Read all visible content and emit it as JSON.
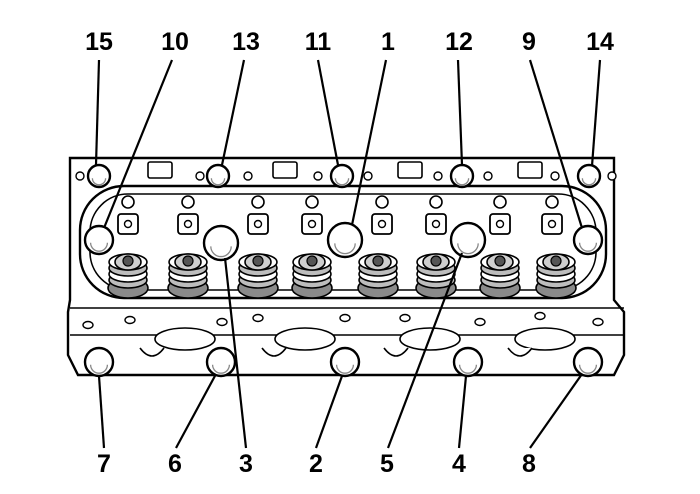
{
  "callouts": [
    {
      "id": "15",
      "text": "15"
    },
    {
      "id": "10",
      "text": "10"
    },
    {
      "id": "13",
      "text": "13"
    },
    {
      "id": "11",
      "text": "11"
    },
    {
      "id": "1",
      "text": "1"
    },
    {
      "id": "12",
      "text": "12"
    },
    {
      "id": "9",
      "text": "9"
    },
    {
      "id": "14",
      "text": "14"
    },
    {
      "id": "7",
      "text": "7"
    },
    {
      "id": "6",
      "text": "6"
    },
    {
      "id": "3",
      "text": "3"
    },
    {
      "id": "2",
      "text": "2"
    },
    {
      "id": "5",
      "text": "5"
    },
    {
      "id": "4",
      "text": "4"
    },
    {
      "id": "8",
      "text": "8"
    }
  ],
  "colors": {
    "line": "#000000",
    "fill": "#ffffff",
    "shade": "#8a8a8a"
  }
}
